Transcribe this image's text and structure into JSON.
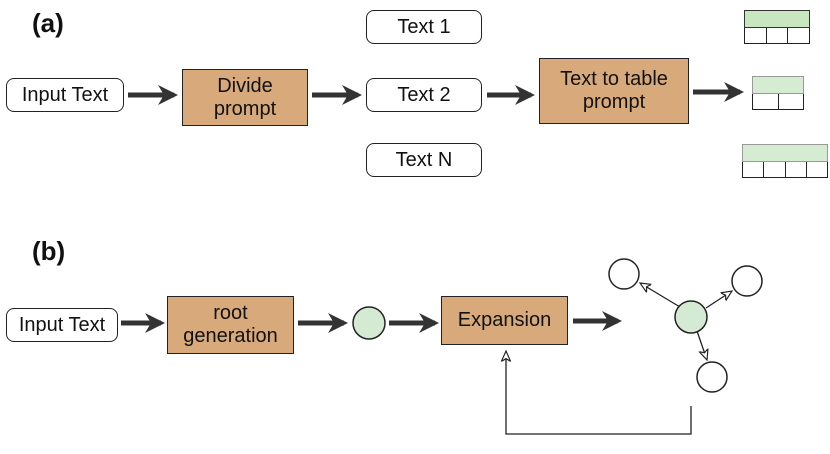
{
  "panel_a": {
    "label": "(a)",
    "input": "Input Text",
    "divide": [
      "Divide",
      "prompt"
    ],
    "texts": [
      "Text 1",
      "Text 2",
      "Text N"
    ],
    "table_prompt": [
      "Text to table",
      "prompt"
    ]
  },
  "panel_b": {
    "label": "(b)",
    "input": "Input Text",
    "root": [
      "root",
      "generation"
    ],
    "expansion": "Expansion"
  },
  "colors": {
    "process_box": "#d8aa7b",
    "node_green": "#d5ead3",
    "table_header": "#c8e6c0",
    "arrow": "#333333"
  }
}
